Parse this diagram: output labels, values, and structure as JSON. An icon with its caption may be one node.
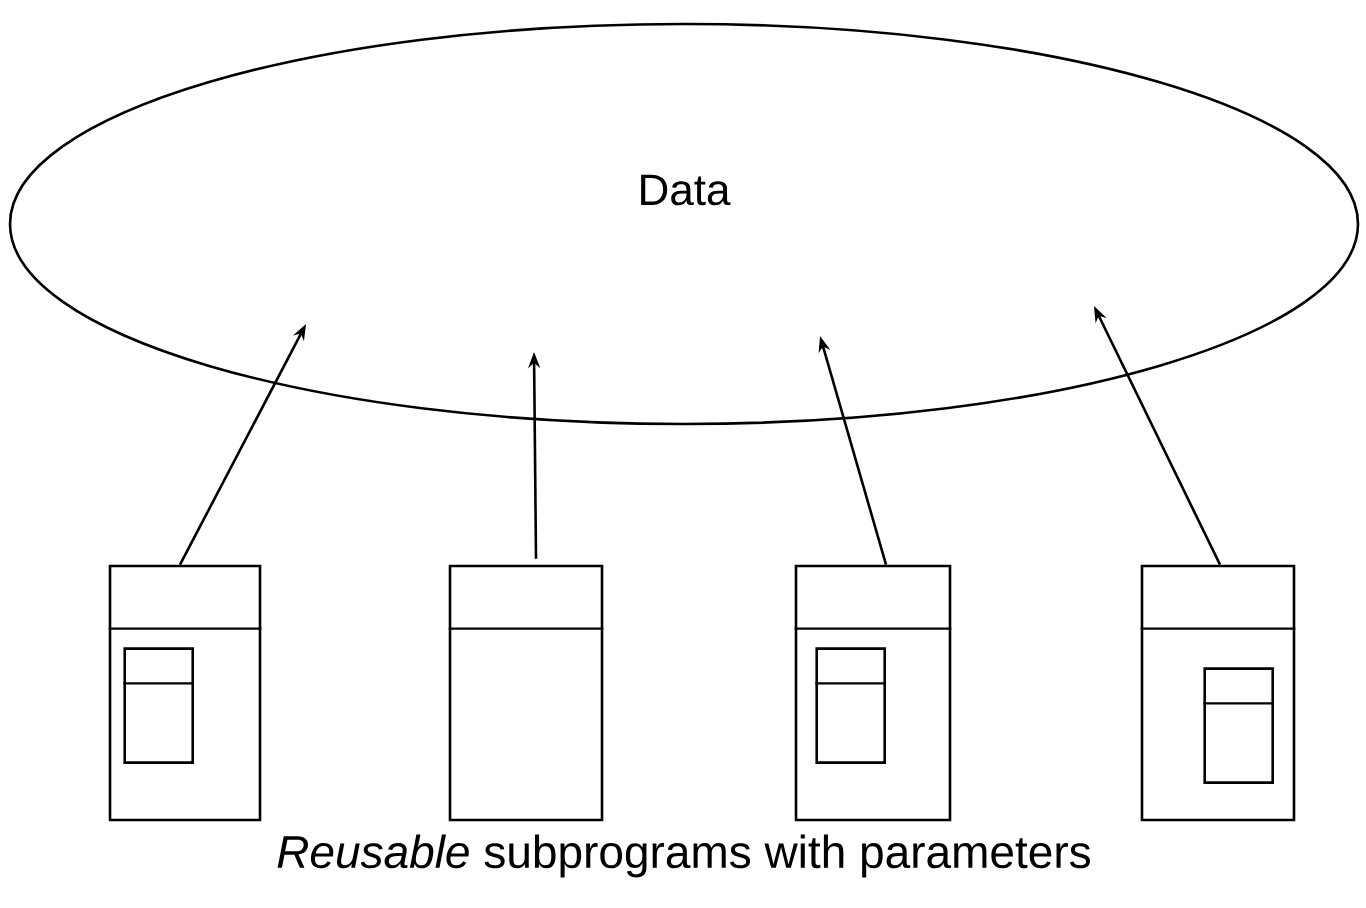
{
  "diagram": {
    "caption": "*Reusable* subprograms with parameters",
    "nodes": [
      {
        "text": [
          "Data"
        ]
      },
      {
        "text": [],
        "shape": "box"
      },
      {
        "text": [],
        "shape": "box"
      },
      {
        "text": [],
        "shape": "box"
      },
      {
        "text": [],
        "shape": "box"
      },
      {
        "text": [],
        "shape": "box",
        "in": 1
      },
      {
        "text": [],
        "shape": "box",
        "in": 3
      },
      {
        "text": [],
        "shape": "box",
        "in": 4
      }
    ],
    "edges": [
      {
        "from": 1,
        "to": 0,
        "arrow": "to"
      },
      {
        "from": 2,
        "to": 0,
        "arrow": "to"
      },
      {
        "from": 3,
        "to": 0,
        "arrow": "to"
      },
      {
        "from": 4,
        "to": 0,
        "arrow": "to"
      }
    ]
  }
}
